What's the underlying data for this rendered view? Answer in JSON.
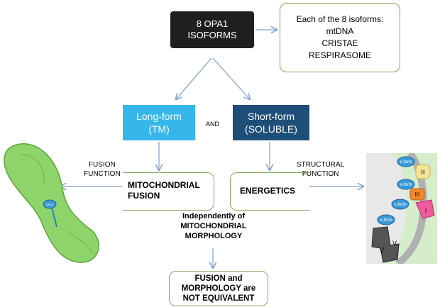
{
  "isoforms_box": {
    "line1": "8 OPA1",
    "line2": "ISOFORMS"
  },
  "each_box": {
    "line1": "Each of the 8 isoforms:",
    "line2": "mtDNA",
    "line3": "CRISTAE",
    "line4": "RESPIRASOME"
  },
  "long_form": {
    "line1": "Long-form",
    "line2": "(TM)"
  },
  "and_label": "AND",
  "short_form": {
    "line1": "Short-form",
    "line2": "(SOLUBLE)"
  },
  "fusion_function": {
    "line1": "FUSION",
    "line2": "FUNCTION"
  },
  "structural_function": {
    "line1": "STRUCTURAL",
    "line2": "FUNCTION"
  },
  "mito_fusion": {
    "line1": "MITOCHONDRIAL",
    "line2": "FUSION"
  },
  "energetics": "ENERGETICS",
  "independently": {
    "line1": "Independently of",
    "line2": "MITOCHONDRIAL",
    "line3": "MORPHOLOGY"
  },
  "conclusion": {
    "line1": "FUSION and",
    "line2": "MORPHOLOGY are",
    "line3": "NOT EQUIVALENT"
  },
  "mito_label": "OPA1",
  "complexes": {
    "c2": "II",
    "c3": "III",
    "c1": "I",
    "c5": "V",
    "s_form": "s-form"
  },
  "colors": {
    "arrow": "#7f9fcf",
    "green_border": "#7fa85a",
    "long": "#35b7ea",
    "short": "#1f4e79",
    "mito": "#8ed46a"
  }
}
